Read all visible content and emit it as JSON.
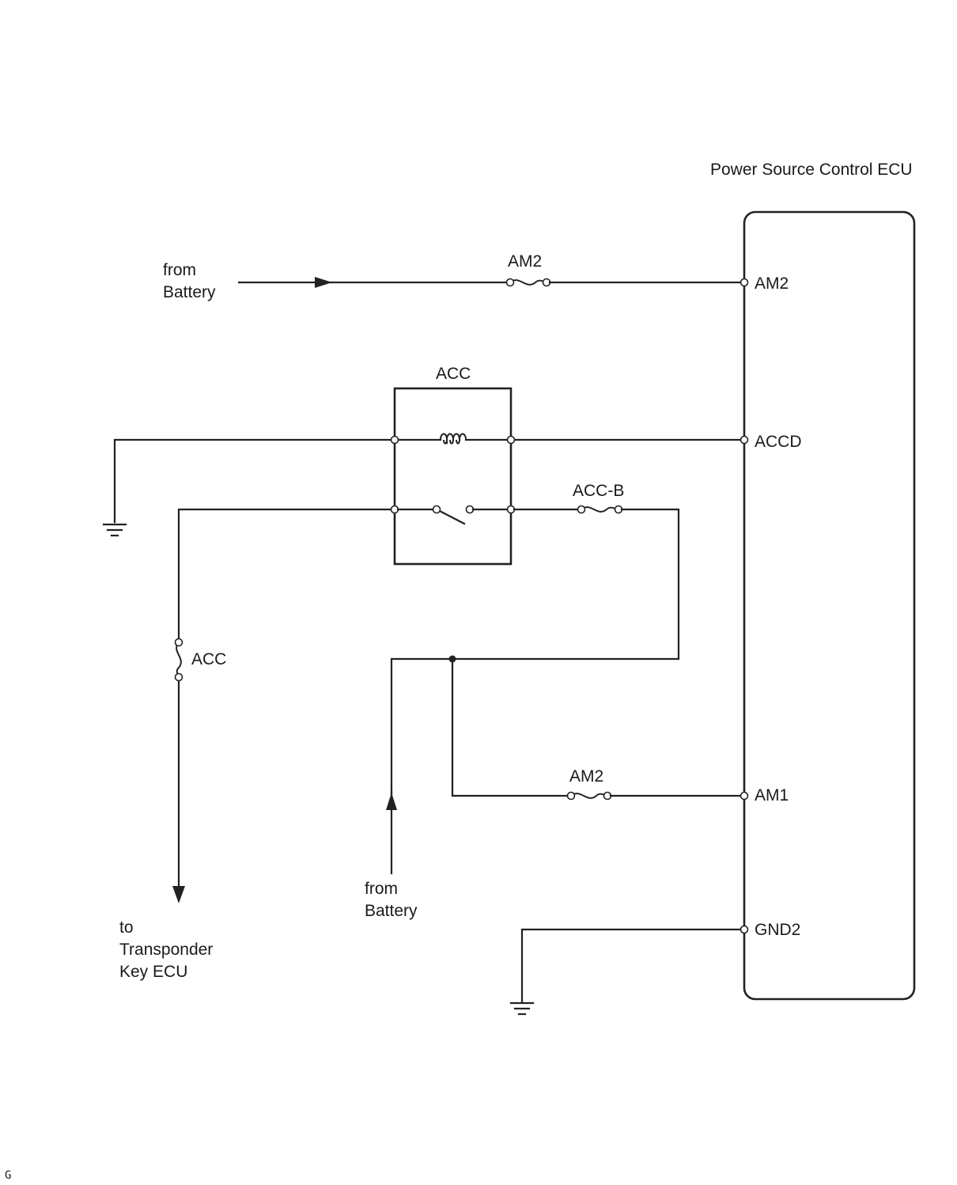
{
  "ecu": {
    "title": "Power Source Control ECU",
    "pins": [
      "AM2",
      "ACCD",
      "AM1",
      "GND2"
    ]
  },
  "sources": {
    "battery_top": [
      "from",
      "Battery"
    ],
    "battery_bottom": [
      "from",
      "Battery"
    ],
    "destination": [
      "to",
      "Transponder",
      "Key ECU"
    ]
  },
  "components": {
    "relay": "ACC",
    "fuse_am2_top": "AM2",
    "fuse_acc_b": "ACC-B",
    "fuse_acc": "ACC",
    "fuse_am2_bottom": "AM2"
  },
  "corner_mark": "G"
}
